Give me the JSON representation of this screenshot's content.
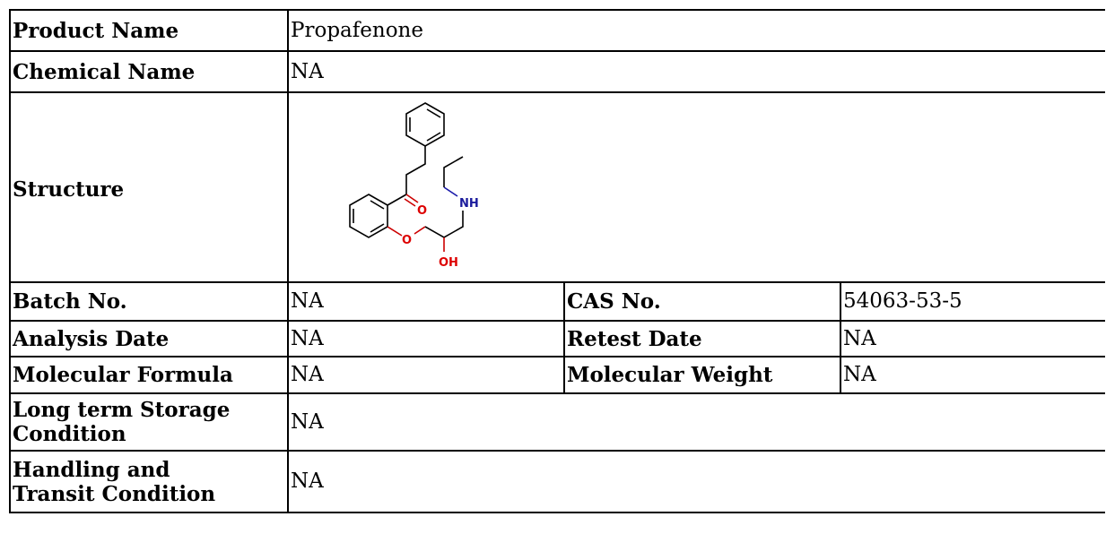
{
  "rows": {
    "product_name": {
      "label": "Product Name",
      "value": "Propafenone"
    },
    "chemical_name": {
      "label": "Chemical Name",
      "value": "NA"
    },
    "structure": {
      "label": "Structure",
      "atoms": {
        "carbonyl_o": "O",
        "ether_o": "O",
        "amine": "NH",
        "hydroxyl": "OH"
      }
    },
    "batch_no": {
      "label": "Batch No.",
      "value": "NA"
    },
    "cas_no": {
      "label": "CAS No.",
      "value": "54063-53-5"
    },
    "analysis_date": {
      "label": "Analysis Date",
      "value": "NA"
    },
    "retest_date": {
      "label": "Retest Date",
      "value": "NA"
    },
    "molecular_formula": {
      "label": "Molecular Formula",
      "value": "NA"
    },
    "molecular_weight": {
      "label": "Molecular Weight",
      "value": "NA"
    },
    "storage": {
      "label_line1": "Long term Storage",
      "label_line2": "Condition",
      "value": "NA"
    },
    "handling": {
      "label_line1": "Handling and",
      "label_line2": "Transit Condition",
      "value": "NA"
    }
  },
  "colors": {
    "border": "#000000",
    "oxygen": "#dd0000",
    "nitrogen": "#1a1a9c"
  }
}
